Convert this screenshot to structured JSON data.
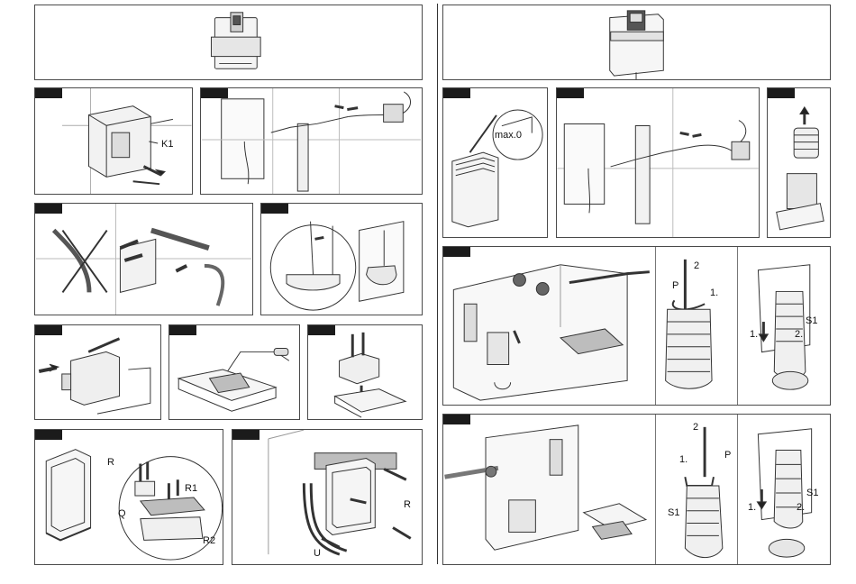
{
  "left": {
    "top_product": "cistern-box-frame",
    "steps": [
      {
        "id": "L1",
        "labels": {
          "k1": "K1"
        }
      },
      {
        "id": "L2",
        "labels": {}
      },
      {
        "id": "L3",
        "labels": {}
      },
      {
        "id": "L4",
        "labels": {}
      },
      {
        "id": "L5",
        "labels": {}
      },
      {
        "id": "L6",
        "labels": {}
      },
      {
        "id": "L7",
        "labels": {}
      },
      {
        "id": "L8",
        "labels": {
          "r": "R",
          "r1": "R1",
          "q": "Q",
          "r2": "R2"
        }
      },
      {
        "id": "L9",
        "labels": {
          "r": "R",
          "u": "U"
        }
      }
    ]
  },
  "right": {
    "top_product": "concealed-cistern",
    "steps": [
      {
        "id": "R1",
        "labels": {
          "max": "max.0"
        }
      },
      {
        "id": "R2",
        "labels": {}
      },
      {
        "id": "R3",
        "labels": {}
      },
      {
        "id": "R4",
        "labels": {
          "p": "P",
          "n2": "2",
          "n1": "1.",
          "s1": "S1",
          "c1": "1.",
          "c2": "2."
        }
      },
      {
        "id": "R5",
        "labels": {
          "n2": "2",
          "n1": "1.",
          "p": "P",
          "s1a": "S1",
          "s1b": "S1",
          "c1": "1.",
          "c2": "2."
        }
      }
    ]
  },
  "colors": {
    "line": "#333333",
    "tab": "#1b1b1b",
    "shade": "#bdbdbd"
  }
}
